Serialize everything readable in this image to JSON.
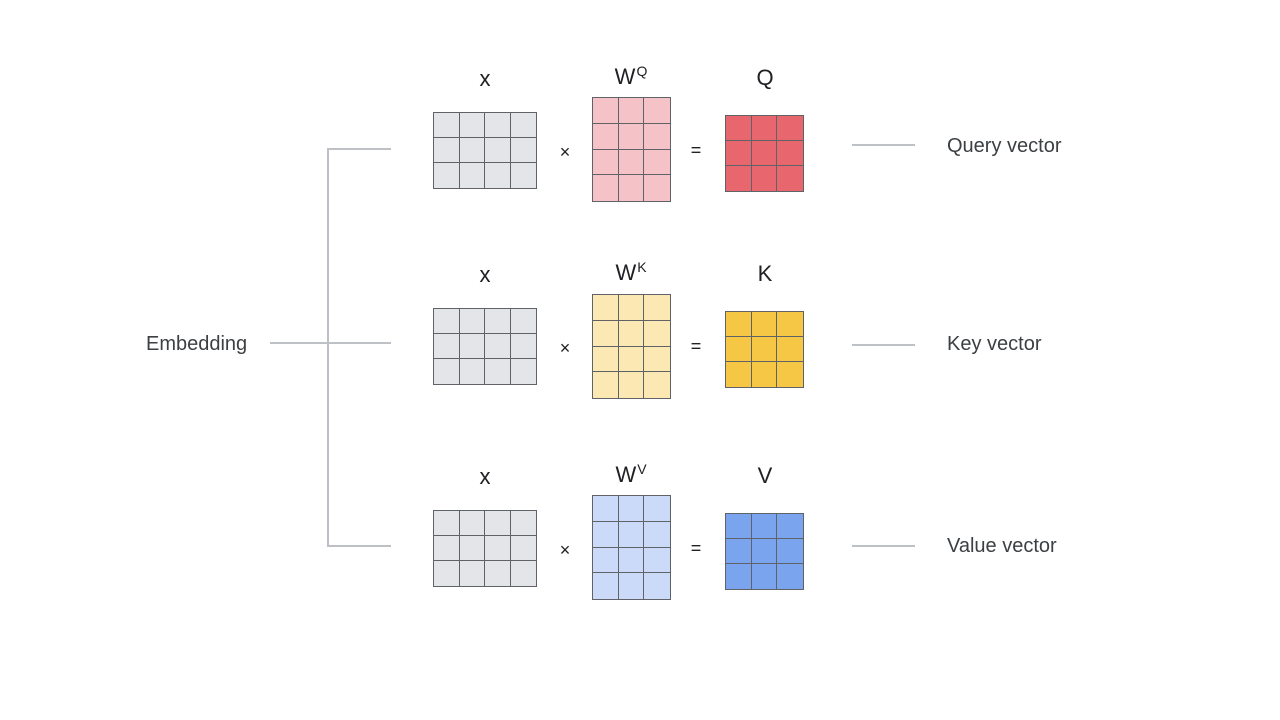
{
  "embedding_label": "Embedding",
  "colors": {
    "input": "#e4e5e9",
    "query_weight": "#f5c2c7",
    "query_result": "#e8676e",
    "key_weight": "#fbe8b2",
    "key_result": "#f6c745",
    "value_weight": "#cbdaf8",
    "value_result": "#7ba4ef",
    "connector": "#bdc1c6",
    "gridline": "#5f6368"
  },
  "operators": {
    "multiply": "×",
    "equals": "="
  },
  "rows": [
    {
      "input_label": "x",
      "weight_label": "W",
      "weight_superscript": "Q",
      "result_label": "Q",
      "output_label": "Query vector"
    },
    {
      "input_label": "x",
      "weight_label": "W",
      "weight_superscript": "K",
      "result_label": "K",
      "output_label": "Key vector"
    },
    {
      "input_label": "x",
      "weight_label": "W",
      "weight_superscript": "V",
      "result_label": "V",
      "output_label": "Value vector"
    }
  ]
}
